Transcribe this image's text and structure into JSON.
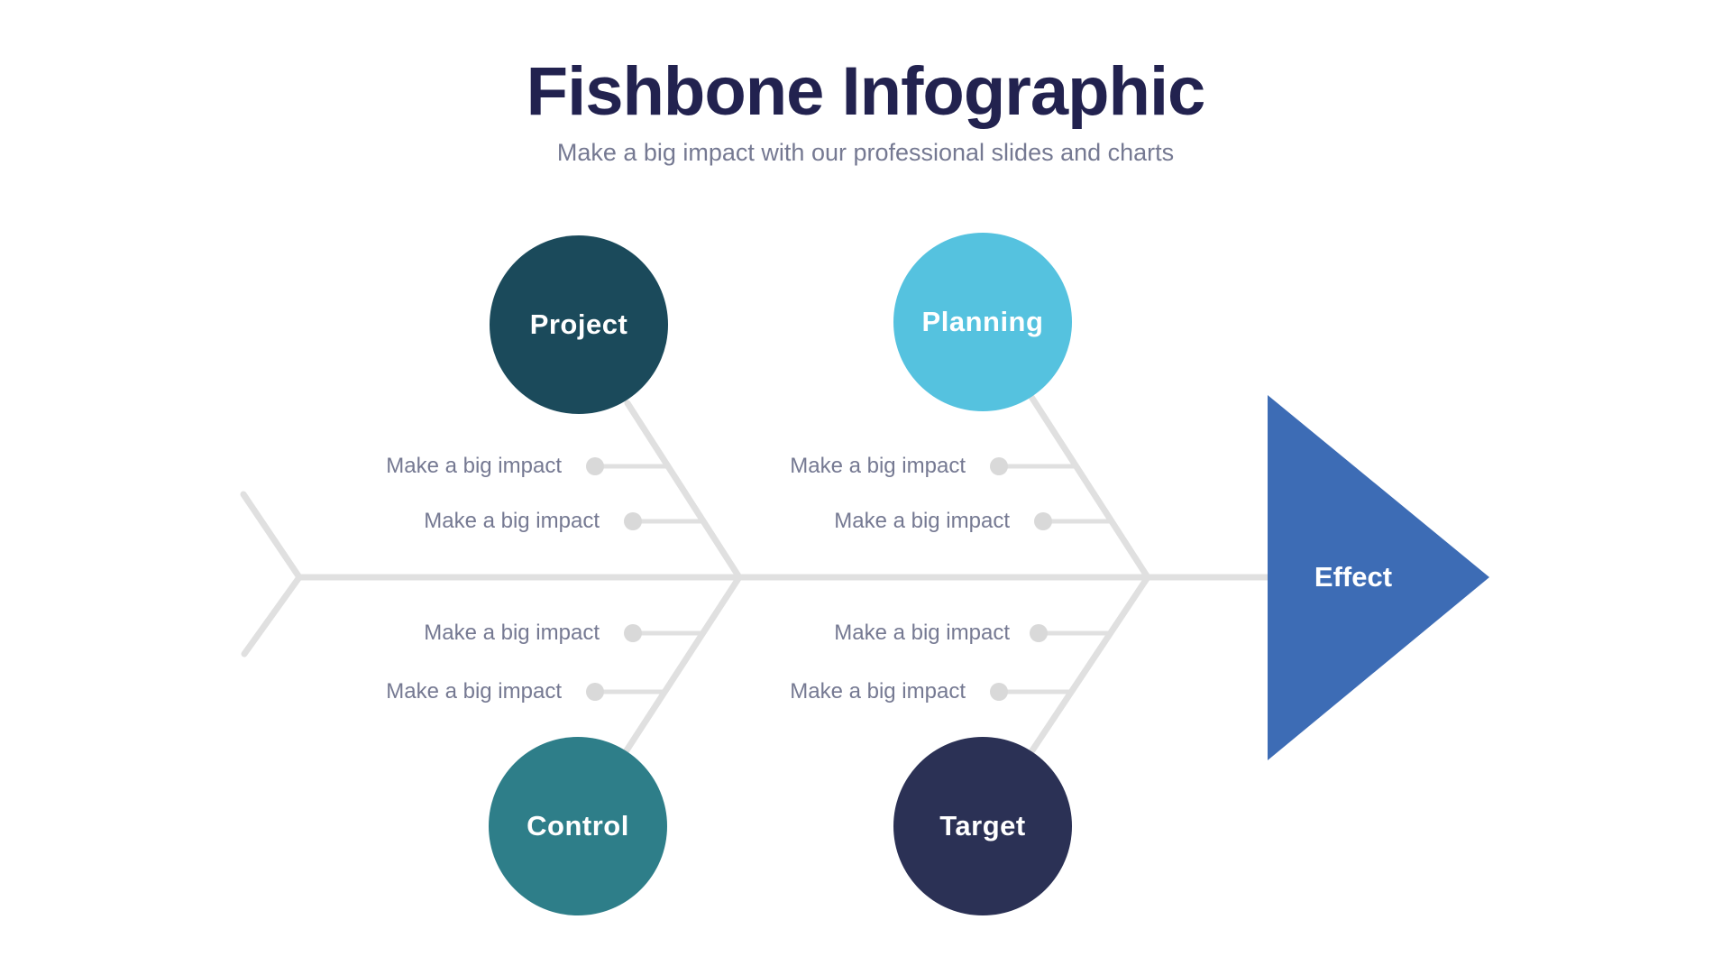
{
  "page": {
    "title": "Fishbone Infographic",
    "subtitle": "Make a big impact with our professional slides and charts"
  },
  "diagram": {
    "type": "fishbone",
    "effect": {
      "label": "Effect",
      "color": "#3D6CB5"
    },
    "categories": [
      {
        "label": "Project",
        "color": "#1B4A5B",
        "position": "top-left",
        "causes": [
          "Make a big impact",
          "Make a big impact"
        ]
      },
      {
        "label": "Planning",
        "color": "#55C2DF",
        "position": "top-right",
        "causes": [
          "Make a big impact",
          "Make a big impact"
        ]
      },
      {
        "label": "Control",
        "color": "#2E7E89",
        "position": "bottom-left",
        "causes": [
          "Make a big impact",
          "Make a big impact"
        ]
      },
      {
        "label": "Target",
        "color": "#2B3155",
        "position": "bottom-right",
        "causes": [
          "Make a big impact",
          "Make a big impact"
        ]
      }
    ],
    "colors": {
      "skeleton": "#E0E0E0",
      "dot": "#D9D9D9",
      "title_text": "#22224F",
      "body_text": "#757992"
    }
  }
}
